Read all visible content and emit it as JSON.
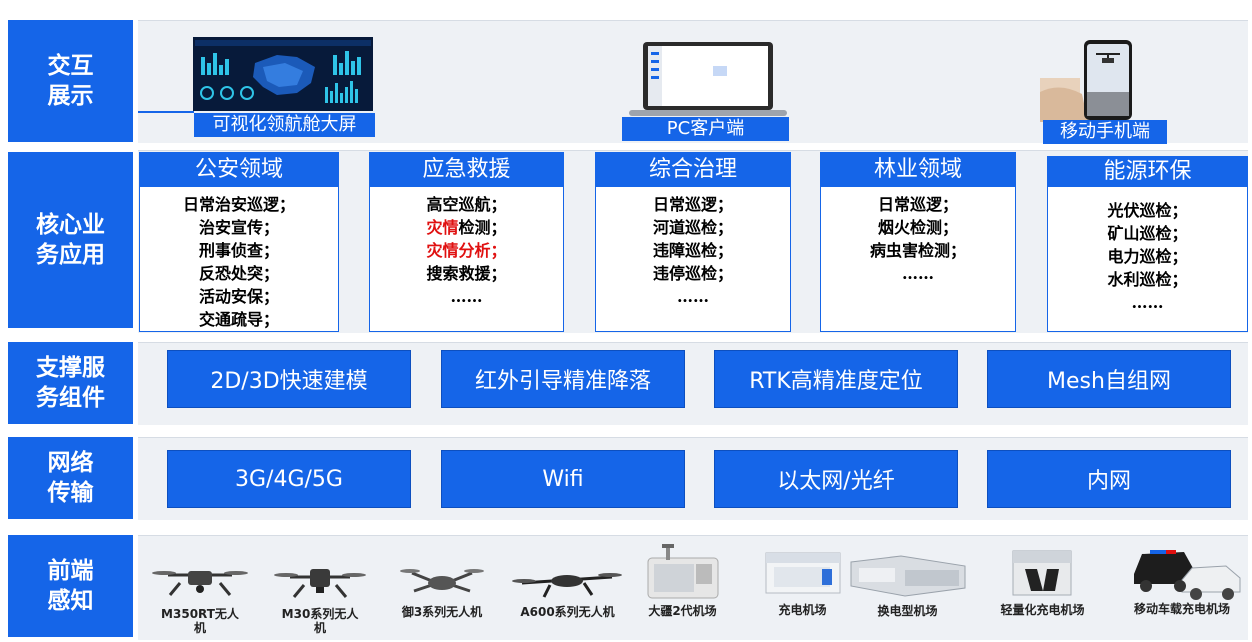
{
  "layers": {
    "interaction": "交互\n展示",
    "core": "核心业\n务应用",
    "support": "支撑服\n务组件",
    "network": "网络\n传输",
    "frontend": "前端\n感知"
  },
  "interaction": {
    "items": [
      {
        "label": "可视化领航舱大屏"
      },
      {
        "label": "PC客户端"
      },
      {
        "label": "移动手机端"
      }
    ]
  },
  "core_apps": [
    {
      "title": "公安领域",
      "items": [
        "日常治安巡逻；",
        "治安宣传；",
        "刑事侦查；",
        "反恐处突；",
        "活动安保；",
        "交通疏导；"
      ]
    },
    {
      "title": "应急救援",
      "items": [
        "高空巡航；",
        "灾情检测；",
        "灾情分析；",
        "搜索救援；",
        "……"
      ],
      "highlight": {
        "red_prefix": "灾情",
        "rest": "检测；",
        "red_full": "灾情分析；"
      }
    },
    {
      "title": "综合治理",
      "items": [
        "日常巡逻；",
        "河道巡检；",
        "违障巡检；",
        "违停巡检；",
        "……"
      ]
    },
    {
      "title": "林业领域",
      "items": [
        "日常巡逻；",
        "烟火检测；",
        "病虫害检测；",
        "……"
      ]
    },
    {
      "title": "能源环保",
      "items": [
        "光伏巡检；",
        "矿山巡检；",
        "电力巡检；",
        "水利巡检；",
        "……"
      ]
    }
  ],
  "support": [
    "2D/3D快速建模",
    "红外引导精准降落",
    "RTK高精准度定位",
    "Mesh自组网"
  ],
  "network": [
    "3G/4G/5G",
    "Wifi",
    "以太网/光纤",
    "内网"
  ],
  "devices": [
    {
      "label": "M350RT无人机",
      "icon": "drone-icon"
    },
    {
      "label": "M30系列无人机",
      "icon": "drone-icon"
    },
    {
      "label": "御3系列无人机",
      "icon": "drone-icon"
    },
    {
      "label": "A600系列无人机",
      "icon": "drone-icon"
    },
    {
      "label": "大疆2代机场",
      "icon": "dock-icon"
    },
    {
      "label": "充电机场",
      "icon": "charging-dock-icon"
    },
    {
      "label": "换电型机场",
      "icon": "battery-swap-dock-icon"
    },
    {
      "label": "轻量化充电机场",
      "icon": "light-dock-icon"
    },
    {
      "label": "移动车载充电机场",
      "icon": "vehicle-dock-icon"
    }
  ],
  "colors": {
    "primary": "#1565e8",
    "highlight": "#e01010",
    "panel": "#eef1f5"
  }
}
